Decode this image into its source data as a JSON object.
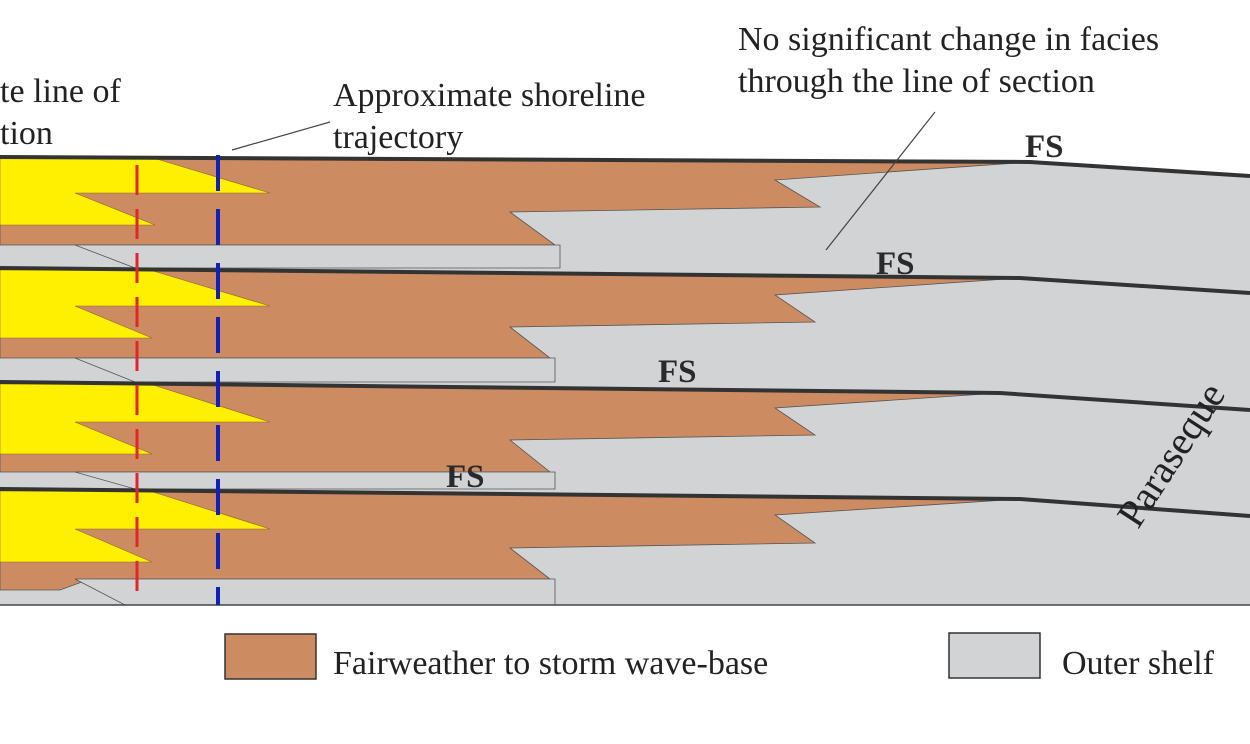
{
  "labels": {
    "line_of_section_line1": "te line of",
    "line_of_section_line2": "tion",
    "shoreline_line1": "Approximate shoreline",
    "shoreline_line2": "trajectory",
    "facies_note_line1": "No significant change in facies",
    "facies_note_line2": "through the line of section",
    "parasequence": "Paraseque"
  },
  "surfaces": {
    "fs_1": "FS",
    "fs_2": "FS",
    "fs_3": "FS",
    "fs_4": "FS"
  },
  "legend": {
    "fairweather_label": "Fairweather to storm wave-base",
    "outer_shelf_label": "Outer shelf"
  },
  "colors": {
    "shoreface_yellow": "#ffef00",
    "fairweather_brown": "#cd8b62",
    "outer_shelf_grey": "#d2d3d5",
    "surface_line": "#333333",
    "line_of_section_red": "#e0262b",
    "shoreline_trajectory_blue": "#1020b8"
  }
}
